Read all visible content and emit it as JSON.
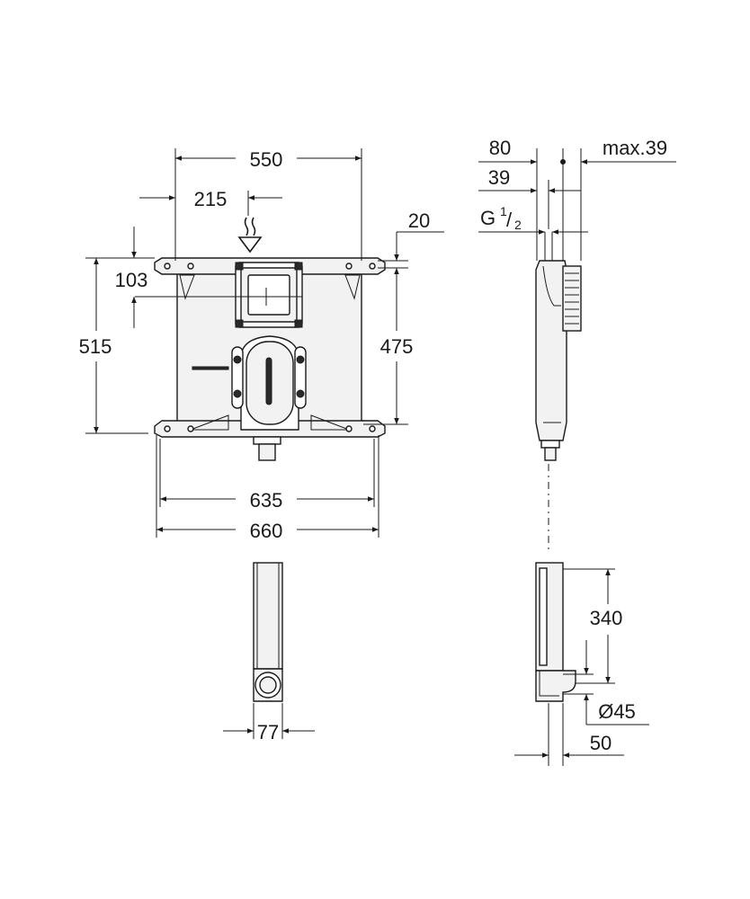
{
  "front_view": {
    "width_550": "550",
    "offset_215": "215",
    "height_515": "515",
    "dim_103": "103",
    "height_475": "475",
    "top_20": "20",
    "width_635": "635",
    "width_660": "660"
  },
  "side_view": {
    "depth_80": "80",
    "max_39": "max.39",
    "depth_39": "39",
    "thread_g": "G",
    "thread_num": "1",
    "thread_slash": "/",
    "thread_den": "2"
  },
  "bottom_front": {
    "pipe_77": "77"
  },
  "bottom_side": {
    "height_340": "340",
    "diameter_45": "Ø45",
    "offset_50": "50"
  },
  "icons": {
    "water_supply": "water-supply-icon"
  }
}
